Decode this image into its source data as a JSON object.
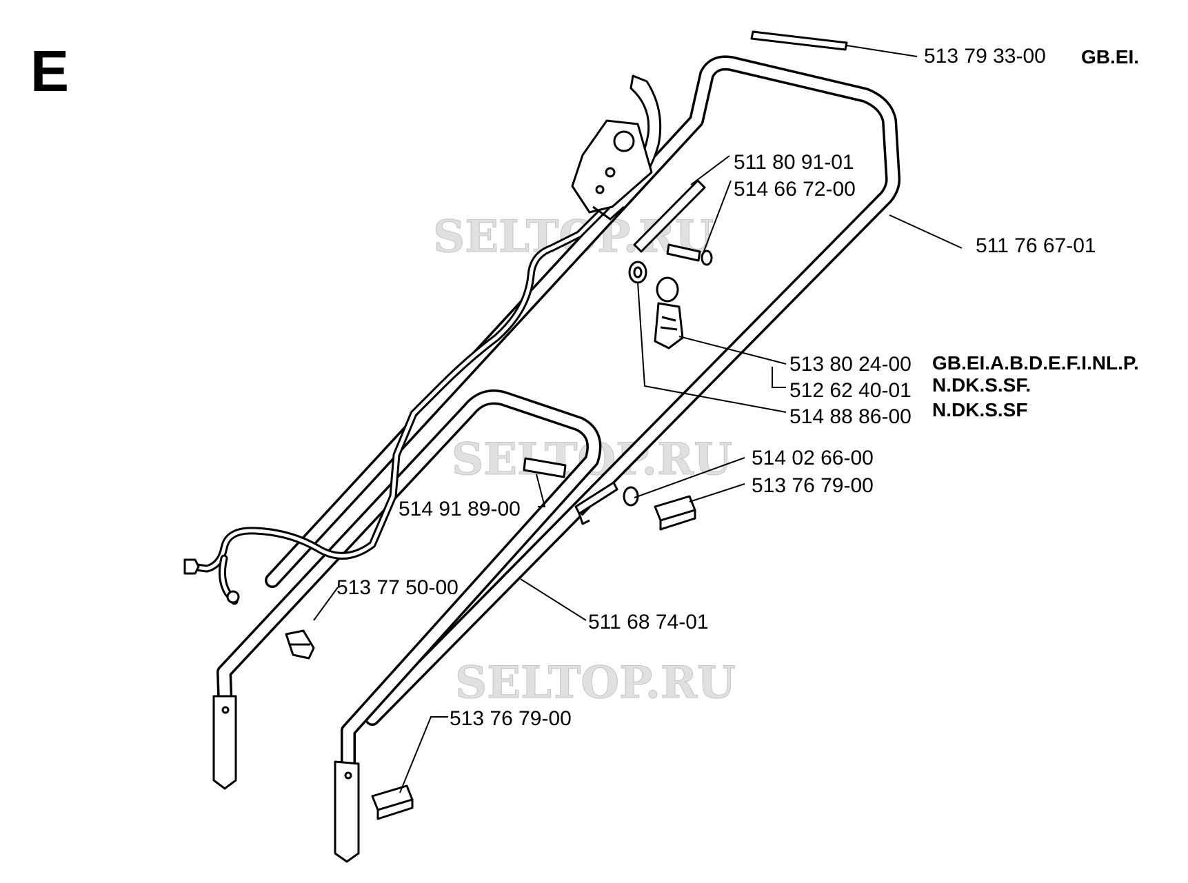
{
  "section": "E",
  "watermarks": [
    "SELTOP.RU",
    "SELTOP.RU",
    "SELTOP.RU"
  ],
  "parts": [
    {
      "number": "513  79 33-00",
      "codes": "GB.EI."
    },
    {
      "number": "511 80 91-01",
      "codes": ""
    },
    {
      "number": "514 66 72-00",
      "codes": ""
    },
    {
      "number": "511 76 67-01",
      "codes": ""
    },
    {
      "number": "513 80 24-00",
      "codes": "GB.EI.A.B.D.E.F.I.NL.P."
    },
    {
      "number": "512 62 40-01",
      "codes": "N.DK.S.SF."
    },
    {
      "number": "514 88 86-00",
      "codes": "N.DK.S.SF"
    },
    {
      "number": "514 02 66-00",
      "codes": ""
    },
    {
      "number": "513 76 79-00",
      "codes": ""
    },
    {
      "number": "514 91 89-00",
      "codes": ""
    },
    {
      "number": "513 77 50-00",
      "codes": ""
    },
    {
      "number": "511 68 74-01",
      "codes": ""
    },
    {
      "number": "513 76 79-00",
      "codes": ""
    }
  ]
}
